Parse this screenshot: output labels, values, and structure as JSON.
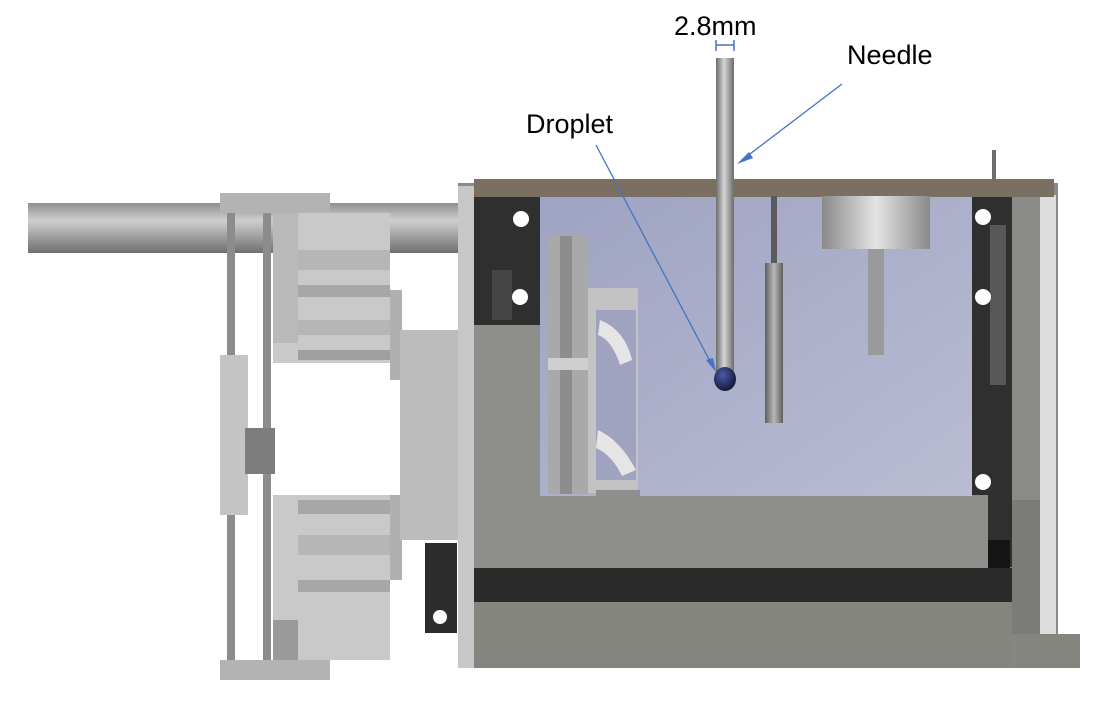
{
  "figure": {
    "labels": {
      "scale": "2.8mm",
      "needle": "Needle",
      "droplet": "Droplet"
    },
    "colors": {
      "arrow": "#4472c4",
      "chamber": "#a9adc9",
      "lid": "#7a6f60",
      "metal": "#bdbdbd",
      "dark": "#2b2b2b",
      "droplet": "#1a1f4a"
    }
  }
}
